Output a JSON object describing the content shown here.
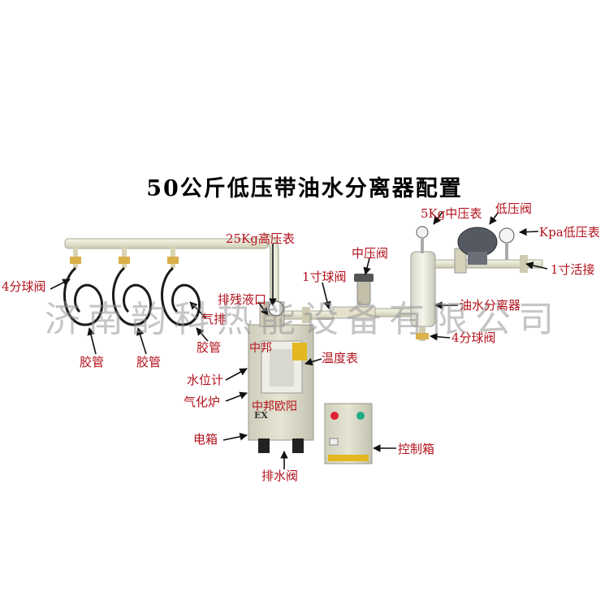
{
  "title": "50公斤低压带油水分离器配置",
  "watermark": "济南韵科热能设备有限公司",
  "labels": {
    "ball_valve_4_left": "4分球阀",
    "hose_1": "胶管",
    "hose_2": "胶管",
    "hose_3": "胶管",
    "exhaust": "气排",
    "residue_outlet": "排残液口",
    "high_pressure_gauge": "25Kg高压表",
    "ball_valve_1": "1寸球阀",
    "mid_pressure_valve": "中压阀",
    "mid_pressure_gauge": "5Kg中压表",
    "low_pressure_valve": "低压阀",
    "low_pressure_gauge": "Kpa低压表",
    "union_1": "1寸活接",
    "separator": "油水分离器",
    "ball_valve_4_right": "4分球阀",
    "thermometer": "温度表",
    "level_gauge": "水位计",
    "vaporizer": "气化炉",
    "electric_box": "电箱",
    "drain_valve": "排水阀",
    "control_box": "控制箱"
  },
  "panel_text": {
    "brand_top": "中邦",
    "brand_mid": "中邦欧阳",
    "ex_mark": "EX"
  },
  "colors": {
    "label_red": "#b3121c",
    "arrow": "#111111",
    "pipe": "#e8e8d6",
    "cabinet": "#dedccb",
    "watermark": "#969696"
  }
}
